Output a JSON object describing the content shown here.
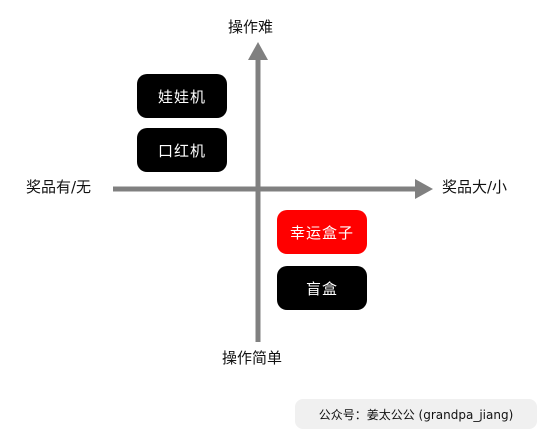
{
  "axes": {
    "top": "操作难",
    "bottom": "操作简单",
    "left": "奖品有/无",
    "right": "奖品大/小"
  },
  "items": [
    {
      "label": "娃娃机",
      "color": "#000000"
    },
    {
      "label": "口红机",
      "color": "#000000"
    },
    {
      "label": "幸运盒子",
      "color": "#ff0000"
    },
    {
      "label": "盲盒",
      "color": "#000000"
    }
  ],
  "watermark": "公众号：姜太公公 (grandpa_jiang)",
  "colors": {
    "axis": "#808080",
    "highlight": "#ff0000",
    "box": "#000000"
  }
}
